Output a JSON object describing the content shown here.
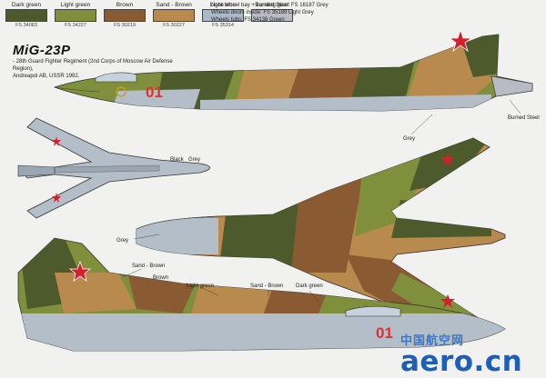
{
  "swatches": [
    {
      "name": "Dark green",
      "code": "FS 34083",
      "color": "#4d5a2b"
    },
    {
      "name": "Light green",
      "code": "FS 34227",
      "color": "#7f8f3c"
    },
    {
      "name": "Brown",
      "code": "FS 30219",
      "color": "#8a5a33"
    },
    {
      "name": "Sand - Brown",
      "code": "FS 30227",
      "color": "#b98a4e"
    },
    {
      "name": "Light blue",
      "code": "FS 35314",
      "color": "#aab9c8"
    },
    {
      "name": "Burned Steel",
      "code": "",
      "color": "#b8bcc2"
    }
  ],
  "notes": [
    "Nose wheel bay + Landing gear: FS 16187 Grey",
    "Wheels doors inside: FS 35189 Light Grey",
    "Wheels tubs: FS 34138 Green"
  ],
  "aircraft_title": "MiG-23P",
  "unit_description": "- 28th Guard Fighter Regiment (2nd Corps of Moscow Air Defense Region),",
  "location": "Andreapol AB, USSR 1992.",
  "side_number": "01",
  "labels": {
    "burned_steel": "Burned Steel",
    "grey_top": "Grey",
    "black": "Black",
    "grey_small": "Grey",
    "grey_left": "Grey",
    "sand_brown_1": "Sand - Brown",
    "brown": "Brown",
    "light_green": "Light green",
    "sand_brown_2": "Sand - Brown",
    "dark_green": "Dark green"
  },
  "watermark": {
    "cn": "中国航空网",
    "en": "aero.cn"
  },
  "colors": {
    "star_red": "#d4202a",
    "number_red": "#e03030",
    "camo_dark_green": "#4d5a2b",
    "camo_light_green": "#7f8f3c",
    "camo_brown": "#8a5a33",
    "camo_sand": "#b98a4e",
    "underside": "#b3bec8"
  }
}
